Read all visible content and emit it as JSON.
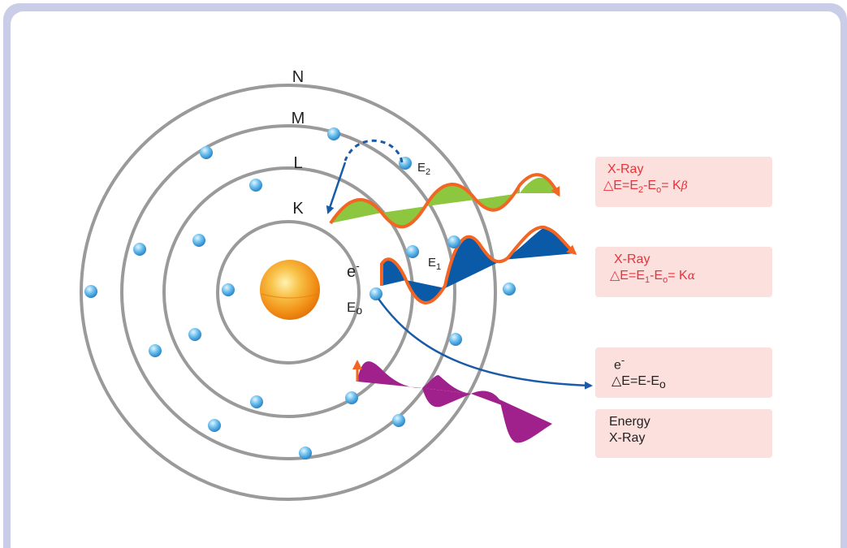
{
  "shells": {
    "n": "N",
    "m": "M",
    "l": "L",
    "k": "K"
  },
  "energy_levels": {
    "e2": "E",
    "e2_sub": "2",
    "e1": "E",
    "e1_sub": "1",
    "e0": "E",
    "e0_sub": "o",
    "electron": "e",
    "electron_sup": "-"
  },
  "boxes": {
    "kbeta": {
      "title": "X-Ray",
      "line2_prefix": "△E=E",
      "line2_sub1": "2",
      "line2_mid": "-E",
      "line2_sub2": "o",
      "line2_eq": "= K",
      "line2_greek": "β"
    },
    "kalpha": {
      "title": "X-Ray",
      "line2_prefix": "△E=E",
      "line2_sub1": "1",
      "line2_mid": "-E",
      "line2_sub2": "o",
      "line2_eq": "= K",
      "line2_greek": "α"
    },
    "electron": {
      "title": "e",
      "title_sup": "-",
      "line2_prefix": "△E=E-E",
      "line2_sub": "o"
    },
    "energy": {
      "title": "Energy",
      "line2": "X-Ray"
    }
  },
  "colors": {
    "frame": "#c9cde8",
    "orbit": "#9a9a9a",
    "electron": "#3a9fd8",
    "nucleus": "#f39a1e",
    "arrow_blue": "#1a5ba8",
    "wave_green": "#8dc63f",
    "wave_blue": "#0b5aa8",
    "wave_outline": "#f26522",
    "wave_purple": "#a0208c",
    "box_fill": "#fbe0dd",
    "box_red_text": "#e8323c"
  }
}
